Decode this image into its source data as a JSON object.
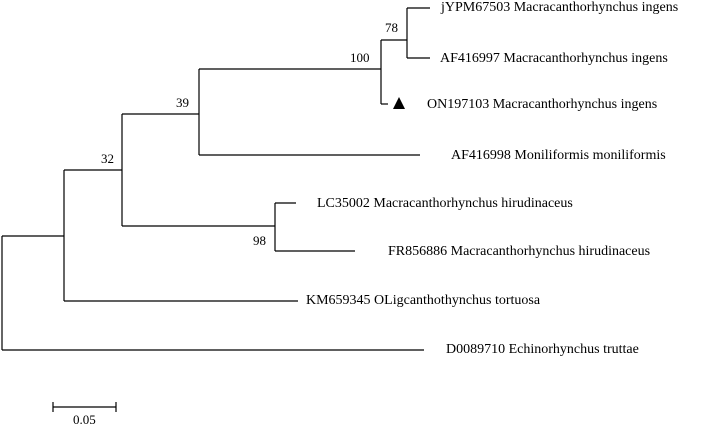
{
  "tree": {
    "leaves": [
      {
        "id": "leaf-jypm67503",
        "label": "jYPM67503 Macracanthorhynchus ingens"
      },
      {
        "id": "leaf-af416997",
        "label": "AF416997 Macracanthorhynchus ingens"
      },
      {
        "id": "leaf-on197103",
        "label": "ON197103 Macracanthorhynchus ingens",
        "marker": "filled-triangle-icon"
      },
      {
        "id": "leaf-af416998",
        "label": "AF416998 Moniliformis moniliformis"
      },
      {
        "id": "leaf-lc35002",
        "label": "LC35002 Macracanthorhynchus hirudinaceus"
      },
      {
        "id": "leaf-fr856886",
        "label": "FR856886 Macracanthorhynchus hirudinaceus"
      },
      {
        "id": "leaf-km659345",
        "label": "KM659345 OLigcanthothynchus tortuosa"
      },
      {
        "id": "leaf-d0089710",
        "label": "D0089710 Echinorhynchus truttae"
      }
    ],
    "support_values": {
      "jypm_af416997": "78",
      "ingens_clade": "100",
      "ingens_moniliformis": "39",
      "hirudinaceus": "98",
      "ingroup": "32"
    },
    "scale_bar": {
      "label": "0.05",
      "value": 0.05
    },
    "colors": {
      "lines": "#000000",
      "text": "#000000",
      "background": "#ffffff"
    }
  }
}
